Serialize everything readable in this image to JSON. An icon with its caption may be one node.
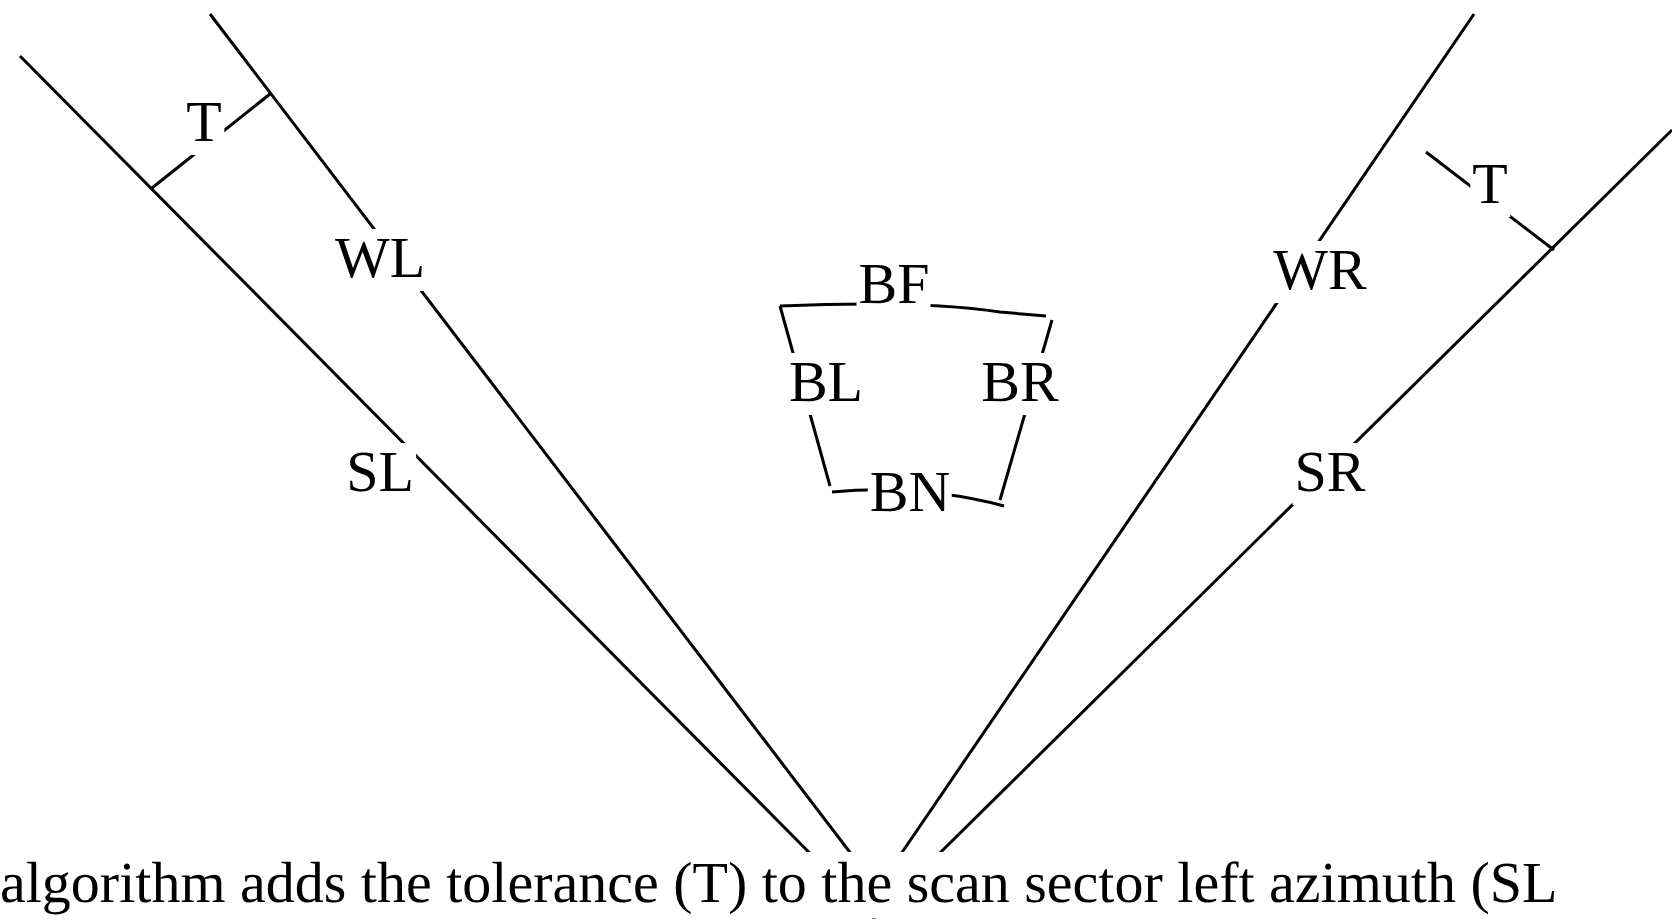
{
  "diagram": {
    "caption": "algorithm adds the tolerance (T) to the scan sector left azimuth (SL",
    "labels": [
      "T",
      "WL",
      "SL",
      "BF",
      "BL",
      "BR",
      "BN",
      "WR",
      "T",
      "SR"
    ]
  }
}
